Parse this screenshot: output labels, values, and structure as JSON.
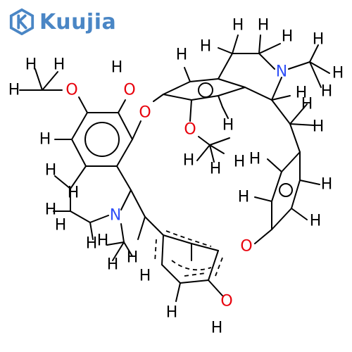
{
  "watermark": {
    "text": "Kuujia",
    "icon": "hexagon-k-logo",
    "color": "#4a86c5"
  },
  "colors": {
    "bond": "#000000",
    "oxygen": "#e8000b",
    "nitrogen": "#3050f8",
    "hydrogen": "#000000"
  },
  "labels": {
    "h_ch3_a1": "H",
    "h_ch3_a2": "H",
    "h_ch3_a3": "H",
    "o_methoxy_left": "O",
    "ho_top_h": "H",
    "ho_top_o": "O",
    "o_ether_left": "O",
    "o_methoxy_mid": "O",
    "h_ch3_b1": "H",
    "h_ch3_b2": "H",
    "h_ch3_b3": "H",
    "h_ring_top": "H",
    "h_ring_mid": "H",
    "h_ch2_t1": "H",
    "h_ch2_t2": "H",
    "h_ch2_t3": "H",
    "h_ch2_t4": "H",
    "n_right": "N",
    "h_nme_1": "H",
    "h_nme_2": "H",
    "h_nme_3": "H",
    "h_ch_right": "H",
    "h_ch2_r1": "H",
    "h_ch2_r2": "H",
    "h_ar_left": "H",
    "h_ch2_l1": "H",
    "h_ch2_l2": "H",
    "h_ch2_l3": "H",
    "h_ch2_l4": "H",
    "n_left": "N",
    "h_nme_l1": "H",
    "h_nme_l2": "H",
    "h_nme_l3": "H",
    "h_ch_c1": "H",
    "h_ph_1": "H",
    "h_ph_2": "H",
    "h_ph_3": "H",
    "h_ph_4": "H",
    "o_ether_bottom": "O",
    "ho_bottom_o": "O",
    "ho_bottom_h": "H",
    "h_bot_1": "H",
    "h_bot_2": "H"
  }
}
